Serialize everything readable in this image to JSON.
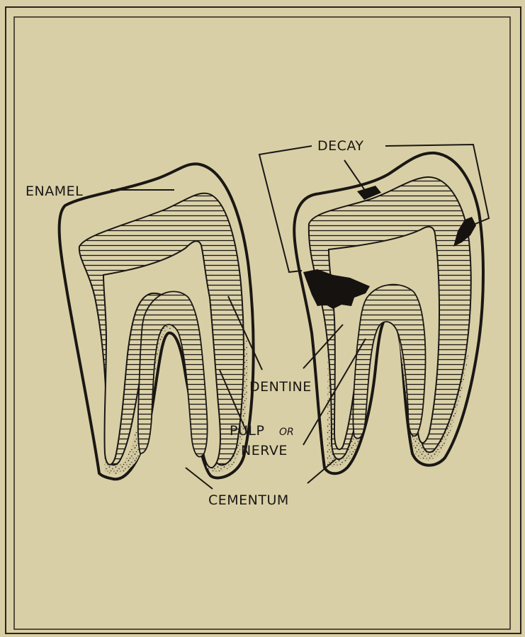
{
  "diagram": {
    "labels": {
      "enamel": "ENAMEL",
      "decay": "DECAY",
      "dentine": "DENTINE",
      "pulp": "PULP",
      "or": "OR",
      "nerve": "NERVE",
      "cementum": "CEMENTUM"
    }
  },
  "colors": {
    "paper": "#d9cfa6",
    "ink": "#1a1714",
    "decay": "#151210"
  }
}
